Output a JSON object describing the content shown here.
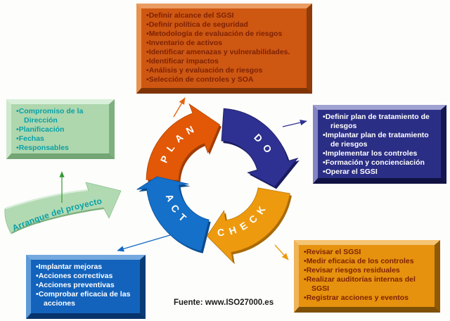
{
  "cycle": {
    "plan_label": "PLAN",
    "do_label": "DO",
    "check_label": "CHECK",
    "act_label": "ACT"
  },
  "boxes": {
    "plan": {
      "items": [
        "Definir alcance del SGSI",
        "Definir política de seguridad",
        "Metodología de evaluación de riesgos",
        "Inventario de activos",
        "Identificar amenazas y vulnerabilidades.",
        "Identificar impactos",
        "Análisis y evaluación de riesgos",
        "Selección de controles y SOA"
      ]
    },
    "do": {
      "items": [
        "Definir plan de tratamiento de riesgos",
        "Implantar plan de tratamiento de riesgos",
        "Implementar los controles",
        "Formación y concienciación",
        "Operar el SGSI"
      ]
    },
    "start": {
      "items": [
        "Compromiso de la Dirección",
        "Planificación",
        "Fechas",
        "Responsables"
      ]
    },
    "check": {
      "items": [
        "Revisar el SGSI",
        "Medir eficacia de los controles",
        "Revisar riesgos residuales",
        "Realizar auditorías internas del SGSI",
        "Registrar acciones y eventos"
      ]
    },
    "act": {
      "items": [
        "Implantar mejoras",
        "Acciones correctivas",
        "Acciones preventivas",
        "Comprobar eficacia de las acciones"
      ]
    }
  },
  "start_arrow": {
    "label": "Arranque del proyecto"
  },
  "footer": {
    "source": "Fuente: www.ISO27000.es"
  },
  "colors": {
    "plan_orange": "#e25806",
    "plan_box_face": "#ce5712",
    "do_navy": "#2e3191",
    "do_box_face": "#2b2e85",
    "check_gold": "#ee9a0f",
    "check_box_face": "#e6920e",
    "act_blue": "#1470c8",
    "act_box_face": "#1363bc",
    "start_green": "#b2dab2",
    "teal_text": "#0aa0a6",
    "maroon_text": "#7e2203"
  }
}
